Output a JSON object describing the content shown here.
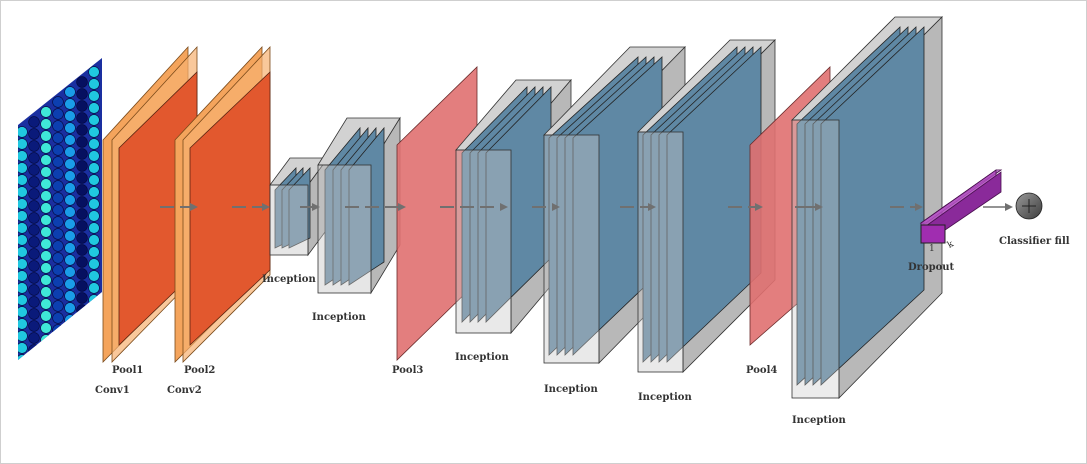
{
  "labels": {
    "conv1": "Conv1",
    "pool1": "Pool1",
    "conv2": "Conv2",
    "pool2": "Pool2",
    "inception1": "Inception",
    "inception2": "Inception",
    "pool3": "Pool3",
    "inception3": "Inception",
    "inception4": "Inception",
    "inception5": "Inception",
    "pool4": "Pool4",
    "inception6": "Inception",
    "dropout": "Dropout",
    "classifier": "Classifier fill"
  },
  "dropout_dims": {
    "a": "1",
    "b": "k"
  },
  "colors": {
    "conv_front": "#e2582e",
    "conv_side": "#f7b170",
    "pool": "#e07070",
    "inception_slab": "#5f88a4",
    "inception_box": "#c8c8c8",
    "dropout": "#a02db0",
    "arrow": "#707070",
    "output_node": "#5a5a5a"
  },
  "icons": {
    "input_image": "input-image-mosaic",
    "output_node": "sum-node-icon"
  }
}
